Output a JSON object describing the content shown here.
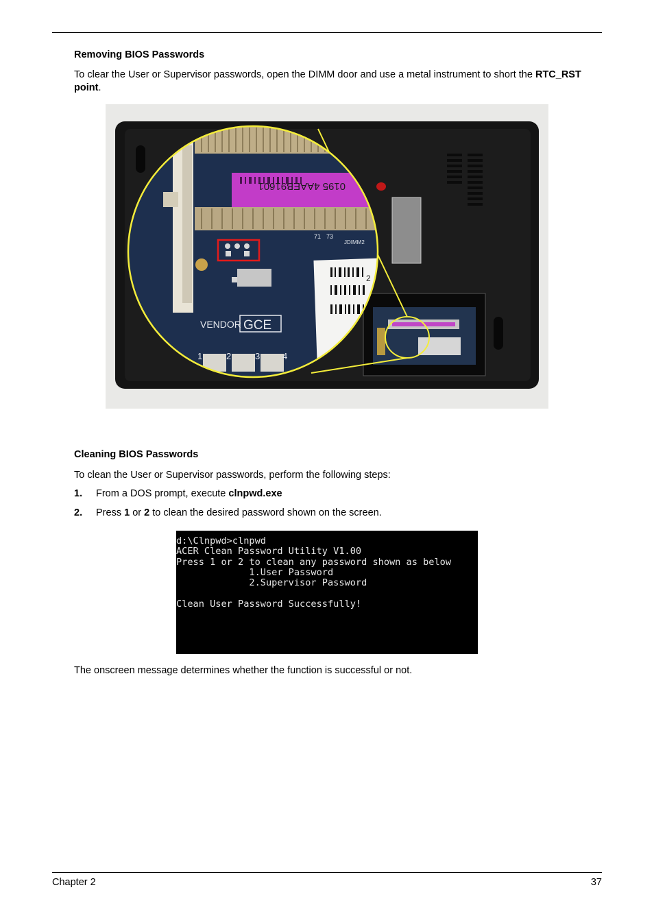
{
  "section1": {
    "heading": "Removing BIOS Passwords",
    "intro_pre": "To clear the User or Supervisor passwords, open the DIMM door and use a metal instrument to short the ",
    "intro_bold": "RTC_RST point",
    "intro_post": ".",
    "photo": {
      "labels": {
        "vendor": "VENDOR",
        "vendor_code": "GCE",
        "barcode_text": "0195 4AAEB91601",
        "slot": "JDIMM2",
        "pin71": "71",
        "pin73": "73",
        "connector_numbers": [
          "1",
          "2",
          "3",
          "4"
        ],
        "sticker_number": "2"
      },
      "colors": {
        "zoom_circle": "#f3ec3a",
        "highlight_box": "#e21b1b",
        "barcode_label": "#c23cc8",
        "board": "#1d2f4e",
        "chassis": "#121212"
      }
    }
  },
  "section2": {
    "heading": "Cleaning BIOS Passwords",
    "intro": "To clean the User or Supervisor passwords, perform the following steps:",
    "steps": [
      {
        "num": "1.",
        "pre": "From a DOS prompt, execute ",
        "bold": "clnpwd.exe",
        "post": ""
      },
      {
        "num": "2.",
        "pre": "Press ",
        "bold": "1",
        "mid": " or ",
        "bold2": "2",
        "post": " to clean the desired password shown on the screen."
      }
    ],
    "console": {
      "lines": [
        "d:\\Clnpwd>clnpwd",
        "ACER Clean Password Utility V1.00",
        "Press 1 or 2 to clean any password shown as below",
        "             1.User Password",
        "             2.Supervisor Password",
        "",
        "Clean User Password Successfully!"
      ]
    },
    "closing": "The onscreen message determines whether the function is successful or not."
  },
  "footer": {
    "left": "Chapter 2",
    "right": "37"
  }
}
